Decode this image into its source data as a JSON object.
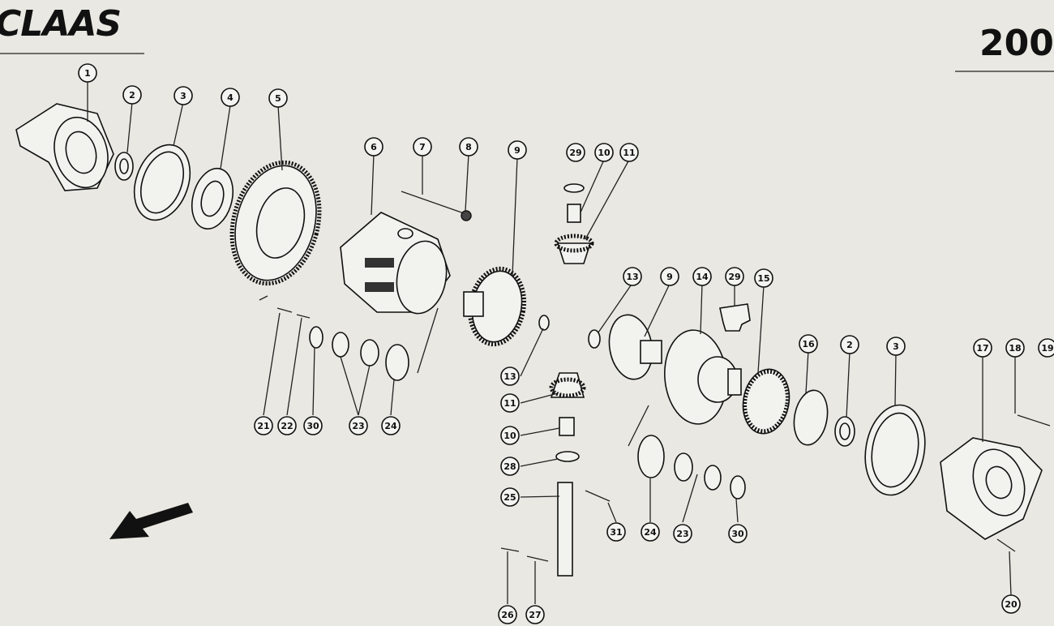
{
  "header": {
    "brand": "CLAAS",
    "page_number": "200"
  },
  "colors": {
    "highlight": "#c9d23a",
    "ink": "#111111",
    "paper": "#e9e8e2"
  },
  "callouts": [
    {
      "id": "c1",
      "label": "1"
    },
    {
      "id": "c2",
      "label": "2"
    },
    {
      "id": "c3",
      "label": "3"
    },
    {
      "id": "c4",
      "label": "4"
    },
    {
      "id": "c5",
      "label": "5"
    },
    {
      "id": "c6",
      "label": "6"
    },
    {
      "id": "c7",
      "label": "7"
    },
    {
      "id": "c8",
      "label": "8"
    },
    {
      "id": "c9",
      "label": "9"
    },
    {
      "id": "c29a",
      "label": "29"
    },
    {
      "id": "c10a",
      "label": "10"
    },
    {
      "id": "c11a",
      "label": "11"
    },
    {
      "id": "c13a",
      "label": "13"
    },
    {
      "id": "c9b",
      "label": "9"
    },
    {
      "id": "c14",
      "label": "14",
      "highlight": true
    },
    {
      "id": "c29b",
      "label": "29"
    },
    {
      "id": "c15",
      "label": "15"
    },
    {
      "id": "c16",
      "label": "16"
    },
    {
      "id": "c2b",
      "label": "2"
    },
    {
      "id": "c3b",
      "label": "3"
    },
    {
      "id": "c17",
      "label": "17"
    },
    {
      "id": "c18",
      "label": "18"
    },
    {
      "id": "c19",
      "label": "19"
    },
    {
      "id": "c21",
      "label": "21"
    },
    {
      "id": "c22",
      "label": "22"
    },
    {
      "id": "c30a",
      "label": "30"
    },
    {
      "id": "c23a",
      "label": "23"
    },
    {
      "id": "c24a",
      "label": "24"
    },
    {
      "id": "c13b",
      "label": "13"
    },
    {
      "id": "c11b",
      "label": "11"
    },
    {
      "id": "c10b",
      "label": "10"
    },
    {
      "id": "c28a",
      "label": "28"
    },
    {
      "id": "c25",
      "label": "25"
    },
    {
      "id": "c31",
      "label": "31"
    },
    {
      "id": "c24b",
      "label": "24"
    },
    {
      "id": "c23b",
      "label": "23"
    },
    {
      "id": "c30b",
      "label": "30"
    },
    {
      "id": "c26",
      "label": "26"
    },
    {
      "id": "c27",
      "label": "27"
    },
    {
      "id": "c20",
      "label": "20"
    }
  ]
}
